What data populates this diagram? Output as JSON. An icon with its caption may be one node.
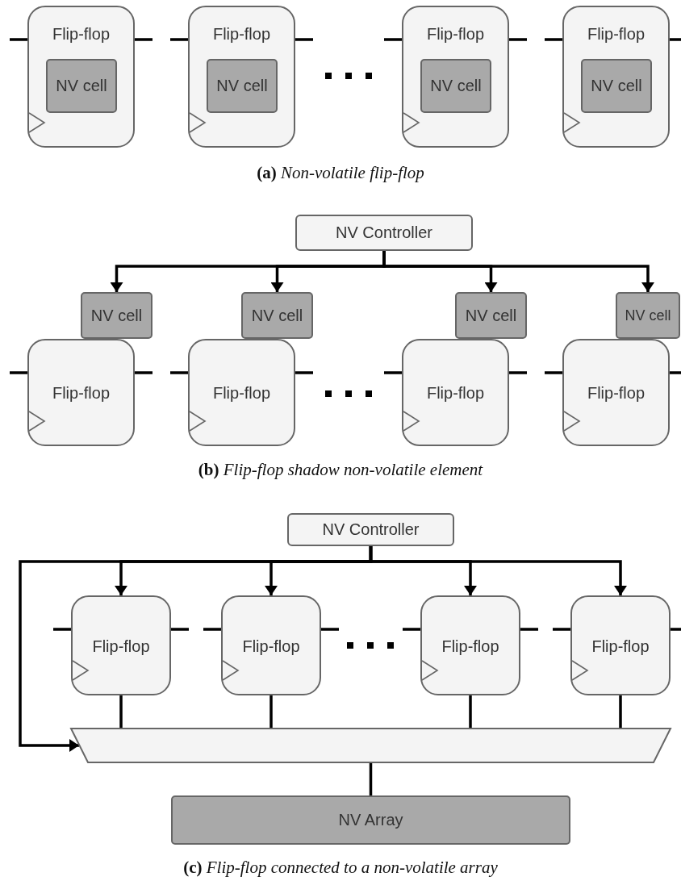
{
  "diagram": {
    "nodes": [
      {
        "text": [
          "Flip-flop"
        ]
      },
      {
        "text": [
          "NV cell"
        ],
        "in": 0
      },
      {
        "text": [
          "Flip-flop"
        ]
      },
      {
        "text": [
          "NV cell"
        ],
        "in": 2
      },
      {
        "text": [
          "Flip-flop"
        ]
      },
      {
        "text": [
          "NV cell"
        ],
        "in": 4
      },
      {
        "text": [
          "Flip-flop"
        ]
      },
      {
        "text": [
          "NV cell"
        ],
        "in": 6
      },
      {
        "text": [
          "NV Controller"
        ]
      },
      {
        "text": [
          "NV cell"
        ]
      },
      {
        "text": [
          "NV cell"
        ]
      },
      {
        "text": [
          "NV cell"
        ]
      },
      {
        "text": [
          "NV cell"
        ]
      },
      {
        "text": [
          "Flip-flop"
        ]
      },
      {
        "text": [
          "Flip-flop"
        ]
      },
      {
        "text": [
          "Flip-flop"
        ]
      },
      {
        "text": [
          "Flip-flop"
        ]
      },
      {
        "text": [
          "NV Controller"
        ]
      },
      {
        "text": [
          "Flip-flop"
        ]
      },
      {
        "text": [
          "Flip-flop"
        ]
      },
      {
        "text": [
          "Flip-flop"
        ]
      },
      {
        "text": [
          "Flip-flop"
        ]
      },
      {
        "text": [],
        "shape": "trapezoid"
      },
      {
        "text": [
          "NV Array"
        ]
      }
    ],
    "edges": [
      {
        "from": null,
        "to": 0,
        "arrow": "none"
      },
      {
        "from": 0,
        "to": null,
        "arrow": "none"
      },
      {
        "from": null,
        "to": 2,
        "arrow": "none"
      },
      {
        "from": 2,
        "to": null,
        "arrow": "none"
      },
      {
        "from": null,
        "to": 4,
        "arrow": "none"
      },
      {
        "from": 4,
        "to": null,
        "arrow": "none"
      },
      {
        "from": null,
        "to": 6,
        "arrow": "none"
      },
      {
        "from": 6,
        "to": null,
        "arrow": "none"
      },
      {
        "from": 8,
        "to": 9,
        "arrow": "to"
      },
      {
        "from": 8,
        "to": 10,
        "arrow": "to"
      },
      {
        "from": 8,
        "to": 11,
        "arrow": "to"
      },
      {
        "from": 8,
        "to": 12,
        "arrow": "to"
      },
      {
        "from": null,
        "to": 13,
        "arrow": "none"
      },
      {
        "from": 13,
        "to": null,
        "arrow": "none"
      },
      {
        "from": null,
        "to": 14,
        "arrow": "none"
      },
      {
        "from": 14,
        "to": null,
        "arrow": "none"
      },
      {
        "from": null,
        "to": 15,
        "arrow": "none"
      },
      {
        "from": 15,
        "to": null,
        "arrow": "none"
      },
      {
        "from": null,
        "to": 16,
        "arrow": "none"
      },
      {
        "from": 16,
        "to": null,
        "arrow": "none"
      },
      {
        "from": 17,
        "to": 18,
        "arrow": "to"
      },
      {
        "from": 17,
        "to": 19,
        "arrow": "to"
      },
      {
        "from": 17,
        "to": 20,
        "arrow": "to"
      },
      {
        "from": 17,
        "to": 21,
        "arrow": "to"
      },
      {
        "from": 17,
        "to": 22,
        "arrow": "to"
      },
      {
        "from": null,
        "to": 18,
        "arrow": "none"
      },
      {
        "from": 18,
        "to": null,
        "arrow": "none"
      },
      {
        "from": null,
        "to": 19,
        "arrow": "none"
      },
      {
        "from": 19,
        "to": null,
        "arrow": "none"
      },
      {
        "from": null,
        "to": 20,
        "arrow": "none"
      },
      {
        "from": 20,
        "to": null,
        "arrow": "none"
      },
      {
        "from": null,
        "to": 21,
        "arrow": "none"
      },
      {
        "from": 21,
        "to": null,
        "arrow": "none"
      },
      {
        "from": 18,
        "to": 22,
        "arrow": "none"
      },
      {
        "from": 19,
        "to": 22,
        "arrow": "none"
      },
      {
        "from": 20,
        "to": 22,
        "arrow": "none"
      },
      {
        "from": 21,
        "to": 22,
        "arrow": "none"
      },
      {
        "from": 22,
        "to": 23,
        "arrow": "none"
      }
    ],
    "labels": [
      "**(a)** *Non-volatile flip-flop*",
      "**(b)** *Flip-flop shadow non-volatile element*",
      "**(c)** *Flip-flop connected to a non-volatile array*"
    ]
  }
}
